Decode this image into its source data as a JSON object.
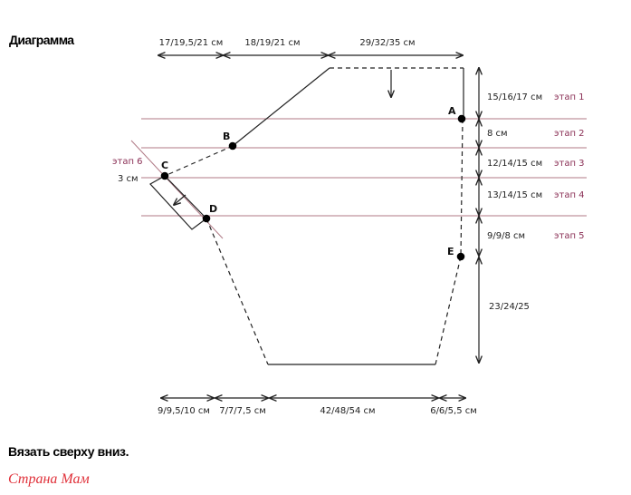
{
  "title": "Диаграмма",
  "instruction": "Вязать сверху вниз.",
  "brand": "Страна Мам",
  "colors": {
    "stage_line": "#b07a86",
    "stage_text": "#8a2f55",
    "ink": "#222222",
    "brand": "#e0313a"
  },
  "top_dims": [
    "17/19,5/21 см",
    "18/19/21 см",
    "29/32/35 см"
  ],
  "bottom_dims": [
    "9/9,5/10 см",
    "7/7/7,5 см",
    "42/48/54 см",
    "6/6/5,5 см"
  ],
  "right_dims": [
    "15/16/17 см",
    "8 см",
    "12/14/15 см",
    "13/14/15 см",
    "9/9/8 см",
    "23/24/25"
  ],
  "stages": [
    "этап 1",
    "этап 2",
    "этап 3",
    "этап 4",
    "этап 5",
    "этап 6"
  ],
  "side_dim": "3 см",
  "points": [
    "A",
    "B",
    "C",
    "D",
    "E"
  ]
}
